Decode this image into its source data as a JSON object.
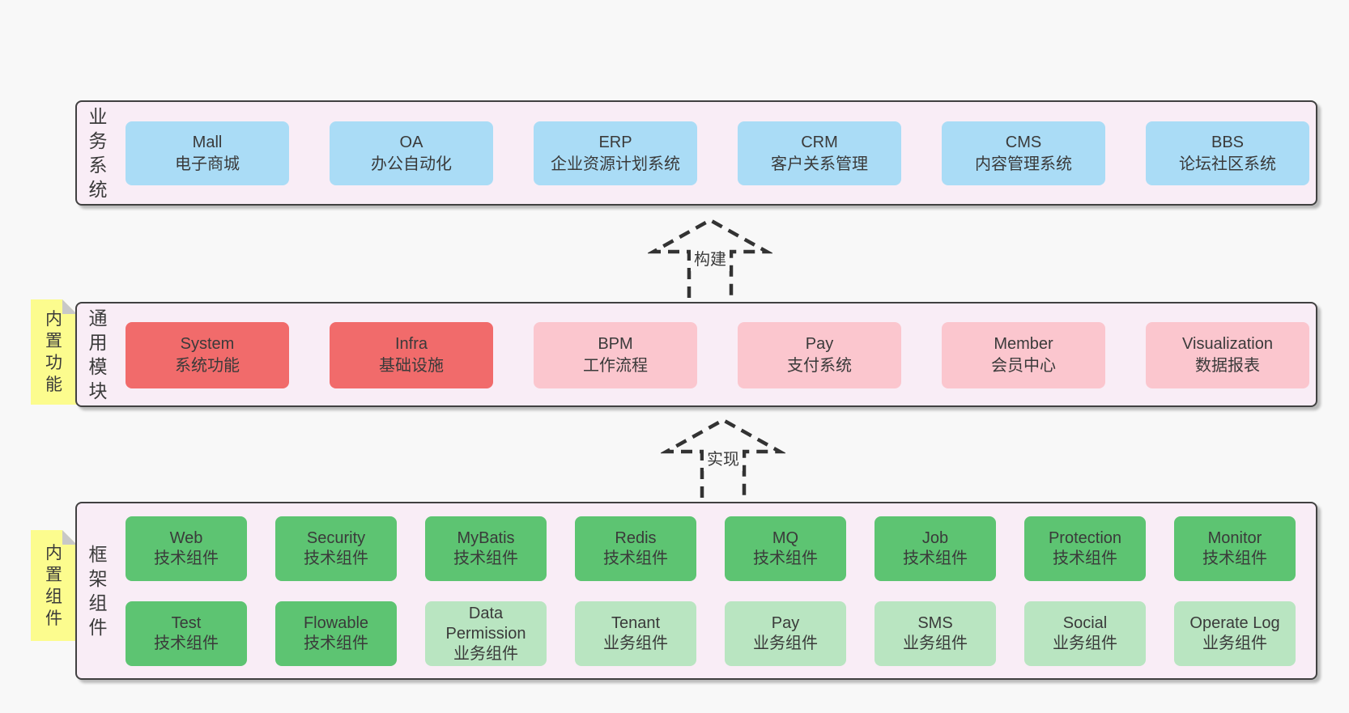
{
  "colors": {
    "page-bg": "#f8f8f8",
    "panel-bg": "#f9edf6",
    "panel-border": "#414141",
    "box-blue": "#aadcf6",
    "box-red": "#f16b6b",
    "box-pink": "#fbc6ce",
    "box-green-dark": "#5dc472",
    "box-green-light": "#b9e5c1",
    "note-yellow": "#fcfc8e",
    "note-fold": "#c8c8c8",
    "text": "#3a3a3a",
    "arrow": "#333333"
  },
  "arrows": {
    "build": "构建",
    "implement": "实现"
  },
  "sections": {
    "business": {
      "label": "业务系统",
      "boxes": [
        {
          "title": "Mall",
          "subtitle": "电子商城",
          "variant": "blue"
        },
        {
          "title": "OA",
          "subtitle": "办公自动化",
          "variant": "blue"
        },
        {
          "title": "ERP",
          "subtitle": "企业资源计划系统",
          "variant": "blue"
        },
        {
          "title": "CRM",
          "subtitle": "客户关系管理",
          "variant": "blue"
        },
        {
          "title": "CMS",
          "subtitle": "内容管理系统",
          "variant": "blue"
        },
        {
          "title": "BBS",
          "subtitle": "论坛社区系统",
          "variant": "blue"
        }
      ]
    },
    "modules": {
      "label": "通用模块",
      "note": "内置功能",
      "boxes": [
        {
          "title": "System",
          "subtitle": "系统功能",
          "variant": "red"
        },
        {
          "title": "Infra",
          "subtitle": "基础设施",
          "variant": "red"
        },
        {
          "title": "BPM",
          "subtitle": "工作流程",
          "variant": "pink"
        },
        {
          "title": "Pay",
          "subtitle": "支付系统",
          "variant": "pink"
        },
        {
          "title": "Member",
          "subtitle": "会员中心",
          "variant": "pink"
        },
        {
          "title": "Visualization",
          "subtitle": "数据报表",
          "variant": "pink"
        }
      ]
    },
    "framework": {
      "label": "框架组件",
      "note": "内置组件",
      "rows": [
        [
          {
            "title": "Web",
            "subtitle": "技术组件",
            "variant": "green"
          },
          {
            "title": "Security",
            "subtitle": "技术组件",
            "variant": "green"
          },
          {
            "title": "MyBatis",
            "subtitle": "技术组件",
            "variant": "green"
          },
          {
            "title": "Redis",
            "subtitle": "技术组件",
            "variant": "green"
          },
          {
            "title": "MQ",
            "subtitle": "技术组件",
            "variant": "green"
          },
          {
            "title": "Job",
            "subtitle": "技术组件",
            "variant": "green"
          },
          {
            "title": "Protection",
            "subtitle": "技术组件",
            "variant": "green"
          },
          {
            "title": "Monitor",
            "subtitle": "技术组件",
            "variant": "green"
          }
        ],
        [
          {
            "title": "Test",
            "subtitle": "技术组件",
            "variant": "green"
          },
          {
            "title": "Flowable",
            "subtitle": "技术组件",
            "variant": "green"
          },
          {
            "title": "Data Permission",
            "subtitle": "业务组件",
            "variant": "lgreen"
          },
          {
            "title": "Tenant",
            "subtitle": "业务组件",
            "variant": "lgreen"
          },
          {
            "title": "Pay",
            "subtitle": "业务组件",
            "variant": "lgreen"
          },
          {
            "title": "SMS",
            "subtitle": "业务组件",
            "variant": "lgreen"
          },
          {
            "title": "Social",
            "subtitle": "业务组件",
            "variant": "lgreen"
          },
          {
            "title": "Operate Log",
            "subtitle": "业务组件",
            "variant": "lgreen"
          }
        ]
      ]
    }
  }
}
